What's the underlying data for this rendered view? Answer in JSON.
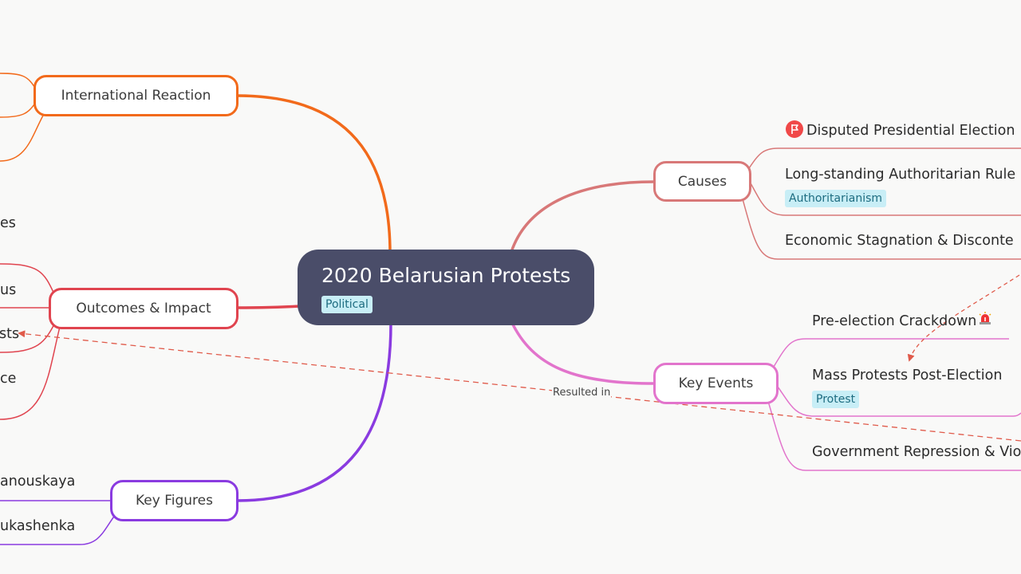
{
  "colors": {
    "background": "#f9f9f8",
    "central_fill": "#4a4d69",
    "tag_bg": "#c8eef6",
    "tag_text": "#1d6c80",
    "international": "#f26a1b",
    "outcomes": "#e0444f",
    "key_figures": "#8a3be0",
    "causes": "#d87878",
    "key_events": "#e274cc",
    "cross_link": "#e05a4a",
    "flag_bg": "#f04848",
    "siren": "#e33"
  },
  "central": {
    "title": "2020 Belarusian Protests",
    "tag": "Political"
  },
  "branches": {
    "international_reaction": "International Reaction",
    "outcomes_impact": "Outcomes & Impact",
    "key_figures": "Key Figures",
    "causes": "Causes",
    "key_events": "Key Events"
  },
  "causes_items": {
    "disputed_election": "Disputed Presidential Election",
    "authoritarian_rule": "Long-standing Authoritarian Rule",
    "authoritarian_tag": "Authoritarianism",
    "economic": "Economic Stagnation & Disconte"
  },
  "events_items": {
    "preelection": "Pre-election Crackdown",
    "mass_protests": "Mass Protests Post-Election",
    "protest_tag": "Protest",
    "repression": "Government Repression & Vio"
  },
  "outcomes_items": {
    "item_a": "es",
    "item_b": "us",
    "item_c": "sts",
    "item_d": "ce"
  },
  "figures_items": {
    "item_a": "anouskaya",
    "item_b": "ukashenka"
  },
  "icons": {
    "flag": "flag-icon",
    "siren": "siren-icon"
  },
  "cross_link": {
    "label": "Resulted in"
  }
}
